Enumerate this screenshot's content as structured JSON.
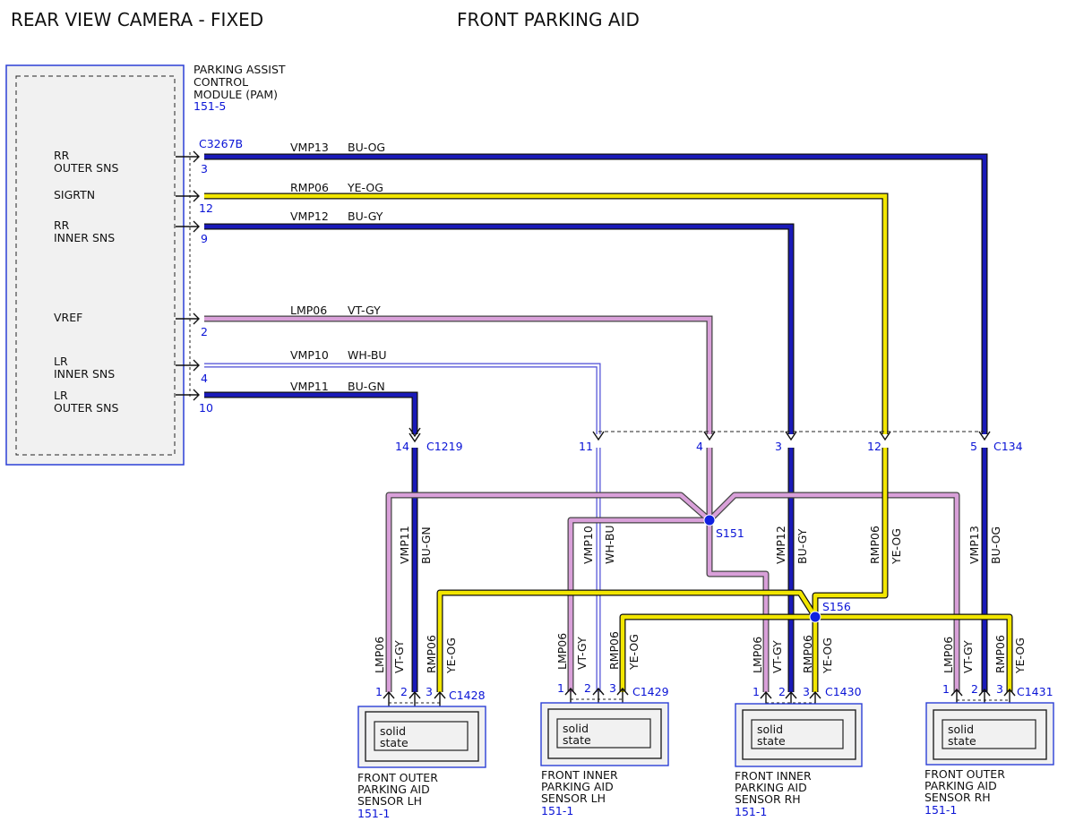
{
  "headers": {
    "left": "REAR VIEW CAMERA - FIXED",
    "right": "FRONT PARKING AID"
  },
  "module": {
    "name": [
      "PARKING ASSIST",
      "CONTROL",
      "MODULE (PAM)"
    ],
    "ref": "151-5",
    "connector": "C3267B",
    "pins": [
      {
        "label": [
          "RR",
          "OUTER SNS"
        ],
        "pin": "3"
      },
      {
        "label": [
          "SIGRTN"
        ],
        "pin": "12"
      },
      {
        "label": [
          "RR",
          "INNER SNS"
        ],
        "pin": "9"
      },
      {
        "label": [
          "VREF"
        ],
        "pin": "2"
      },
      {
        "label": [
          "LR",
          "INNER SNS"
        ],
        "pin": "4"
      },
      {
        "label": [
          "LR",
          "OUTER SNS"
        ],
        "pin": "10"
      }
    ]
  },
  "wires": [
    {
      "circuit": "VMP13",
      "color": "BU-OG"
    },
    {
      "circuit": "RMP06",
      "color": "YE-OG"
    },
    {
      "circuit": "VMP12",
      "color": "BU-GY"
    },
    {
      "circuit": "LMP06",
      "color": "VT-GY"
    },
    {
      "circuit": "VMP10",
      "color": "WH-BU"
    },
    {
      "circuit": "VMP11",
      "color": "BU-GN"
    }
  ],
  "inline_connectors": {
    "c1219": {
      "name": "C1219",
      "pin": "14"
    },
    "c134": {
      "name": "C134",
      "pins": [
        "11",
        "4",
        "3",
        "12",
        "5"
      ]
    }
  },
  "splices": {
    "s151": "S151",
    "s156": "S156"
  },
  "vertical_labels": {
    "vmp11": [
      "VMP11",
      "BU-GN"
    ],
    "vmp10": [
      "VMP10",
      "WH-BU"
    ],
    "vmp12": [
      "VMP12",
      "BU-GY"
    ],
    "rmp06": [
      "RMP06",
      "YE-OG"
    ],
    "vmp13": [
      "VMP13",
      "BU-OG"
    ]
  },
  "sensors": [
    {
      "connector": "C1428",
      "pins": [
        "1",
        "2",
        "3"
      ],
      "wires": [
        "LMP06",
        "VT-GY",
        "VMP11",
        "BU-GN",
        "RMP06",
        "YE-OG"
      ],
      "inner": [
        "solid",
        "state"
      ],
      "name": [
        "FRONT OUTER",
        "PARKING AID",
        "SENSOR LH"
      ],
      "ref": "151-1"
    },
    {
      "connector": "C1429",
      "pins": [
        "1",
        "2",
        "3"
      ],
      "wires": [
        "LMP06",
        "VT-GY",
        "RMP06",
        "YE-OG"
      ],
      "inner": [
        "solid",
        "state"
      ],
      "name": [
        "FRONT INNER",
        "PARKING AID",
        "SENSOR LH"
      ],
      "ref": "151-1"
    },
    {
      "connector": "C1430",
      "pins": [
        "1",
        "2",
        "3"
      ],
      "wires": [
        "LMP06",
        "VT-GY",
        "RMP06",
        "YE-OG"
      ],
      "inner": [
        "solid",
        "state"
      ],
      "name": [
        "FRONT INNER",
        "PARKING AID",
        "SENSOR RH"
      ],
      "ref": "151-1"
    },
    {
      "connector": "C1431",
      "pins": [
        "1",
        "2",
        "3"
      ],
      "wires": [
        "LMP06",
        "VT-GY",
        "RMP06",
        "YE-OG"
      ],
      "inner": [
        "solid",
        "state"
      ],
      "name": [
        "FRONT OUTER",
        "PARKING AID",
        "SENSOR RH"
      ],
      "ref": "151-1"
    }
  ],
  "colors": {
    "blue_wire": "#1a1ab8",
    "yellow_wire": "#f2e600",
    "violet_wire": "#d9a0d9",
    "white_wire": "#ffffff",
    "frame_blue": "#2b3fd6",
    "text_blue": "#0a14d6"
  }
}
